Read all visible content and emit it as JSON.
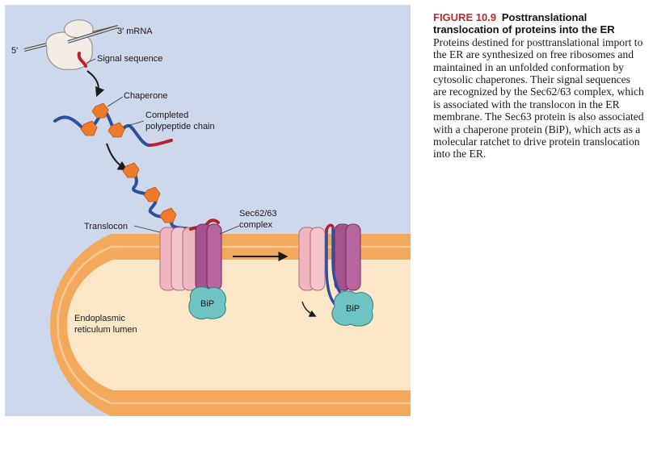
{
  "caption": {
    "figure_label": "FIGURE 10.9",
    "title": "Posttranslational translocation of proteins into the ER",
    "body": "Proteins destined for posttranslational import to the ER are synthesized on free ribosomes and maintained in an unfolded conformation by cytosolic chaperones. Their signal sequences are recognized by the Sec62/63 complex, which is associated with the translocon in the ER membrane. The Sec63 protein is also associated with a chaperone protein (BiP), which acts as a molecular ratchet to drive protein translocation into the ER."
  },
  "labels": {
    "mrna_3": "3′ mRNA",
    "mrna_5": "5′",
    "signal_sequence": "Signal sequence",
    "chaperone": "Chaperone",
    "completed_line1": "Completed",
    "completed_line2": "polypeptide chain",
    "translocon": "Translocon",
    "sec_line1": "Sec62/63",
    "sec_line2": "complex",
    "bip": "BiP",
    "er_line1": "Endoplasmic",
    "er_line2": "reticulum lumen"
  },
  "colors": {
    "cytosol": "#cdd8ec",
    "membrane": "#f2a95c",
    "lumen": "#fbe7c8",
    "ribosome": "#f2ece4",
    "chain": "#2e4f9e",
    "signal": "#b8202c",
    "chaperone": "#f07a2a",
    "translocon": "#efb6bf",
    "sec_complex": "#a6538d",
    "bip": "#6fc3c2"
  }
}
